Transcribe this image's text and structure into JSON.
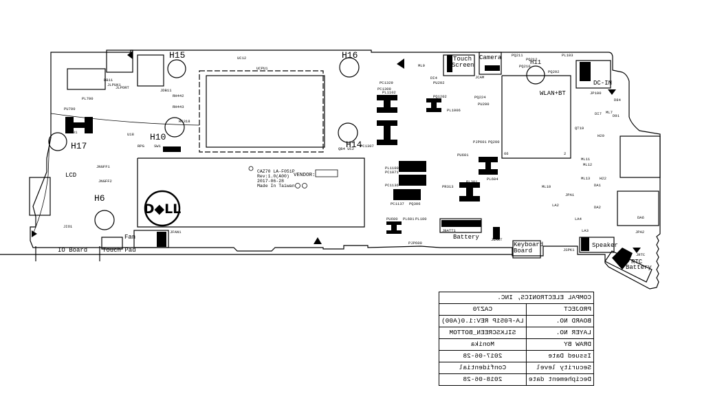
{
  "title_block": {
    "company": "COMPAL ELECTRONICS, INC.",
    "rows": [
      {
        "key": "PROJECT",
        "value": "CAZ70"
      },
      {
        "key": "BOARD NO.",
        "value": "LA-F051P REV:1.0(A00)"
      },
      {
        "key": "LAYER NO.",
        "value": "SILKSCREEN_BOTTOM"
      },
      {
        "key": "DRAW BY",
        "value": "Monika"
      },
      {
        "key": "Issued Date",
        "value": "2017-06-28"
      },
      {
        "key": "Security level",
        "value": "Confidential"
      },
      {
        "key": "Deciphement date",
        "value": "2018-06-28"
      }
    ]
  },
  "board_marking": {
    "line1": "CAZ70  LA-F051P",
    "line2": "Rev:1.0(A00)",
    "line3": "2017-06-28",
    "line4": "Made In Taiwan",
    "vendor_label": "VENDOR:"
  },
  "logo": "D◆LL",
  "mount_holes": [
    {
      "id": "H15",
      "label": "H15"
    },
    {
      "id": "H16",
      "label": "H16"
    },
    {
      "id": "H14",
      "label": "H14"
    },
    {
      "id": "H10",
      "label": "H10"
    },
    {
      "id": "H17",
      "label": "H17"
    },
    {
      "id": "H6",
      "label": "H6"
    },
    {
      "id": "H11",
      "label": "H11"
    }
  ],
  "connectors": {
    "lcd": "LCD",
    "io_board": "IO Board",
    "touch_pad": "Touch Pad",
    "fan": "Fan",
    "touch_screen_1": "Touch",
    "touch_screen_2": "Screen",
    "camera": "Camera",
    "dc_in": "DC-IN",
    "wlan_bt": "WLAN+BT",
    "battery": "Battery",
    "keyboard_1": "Keyboard",
    "keyboard_2": "Board",
    "speaker": "Speaker",
    "rtc_1": "RTC",
    "rtc_2": "Battery"
  },
  "refdes": {
    "jlpuk1": "JLPUK1",
    "jlpor1": "JLPORT",
    "jdb11": "JDB11",
    "dbii": "DB11",
    "pl700": "PL700",
    "pu700": "PU700",
    "pl701": "PL701",
    "rh442": "RH442",
    "rh443": "RH443",
    "rc318": "RC318",
    "u18": "U18",
    "rpg": "RPG",
    "sw1": "SW1",
    "uc12": "UC12",
    "ucpu1": "UCPU1",
    "qb4uc2": "QB4 UC2",
    "jio1": "JIO1",
    "jngff2": "JNGFF2",
    "jngff1": "JNGFF1",
    "jfan1": "JFAN1",
    "pc1329": "PC1329",
    "pc1309": "PC1309",
    "pl1102": "PL1102",
    "pc1307": "PC1307",
    "pl1100": "PL1100",
    "pc1071": "PC1071",
    "pc1136": "PC1136",
    "pc1137": "PC1137",
    "pq306": "PQ306",
    "di4": "DI4",
    "ml9": "ML9",
    "pu202": "PU202",
    "pq1202": "PQ1202",
    "pl1006": "PL1006",
    "jcam": "JCAM",
    "pq224": "PQ224",
    "pu200": "PU200",
    "pq200": "PQ200",
    "pjp601": "PJP601",
    "pu601": "PU601",
    "pl604": "PL604",
    "pl301": "PL301",
    "pr313": "PR313",
    "pu600": "PU600",
    "pl601": "PL601",
    "pl100": "PL100",
    "pjp600": "PJP600",
    "jbatt1": "JBATT1",
    "juart": "JUART",
    "pq211": "PQ211",
    "pq212": "PQ212",
    "pq210": "PQ210",
    "pl103": "PL103",
    "pq202": "PQ202",
    "jp100": "JP100",
    "d84": "D84",
    "d91": "D91",
    "di7": "DI7",
    "ml7": "ML7",
    "qt19": "QT19",
    "h20": "H20",
    "ml11": "ML11",
    "ml12": "ML12",
    "ml13": "ML13",
    "h22": "H22",
    "ml10": "ML10",
    "jpa1": "JPA1",
    "da1": "DA1",
    "da2": "DA2",
    "la2": "LA2",
    "la4": "LA4",
    "la3": "LA3",
    "da6": "DA6",
    "jpa2": "JPA2",
    "jspk1": "JSPK1",
    "jrtc": "JRTC",
    "pin66": "66",
    "pin2": "2"
  }
}
